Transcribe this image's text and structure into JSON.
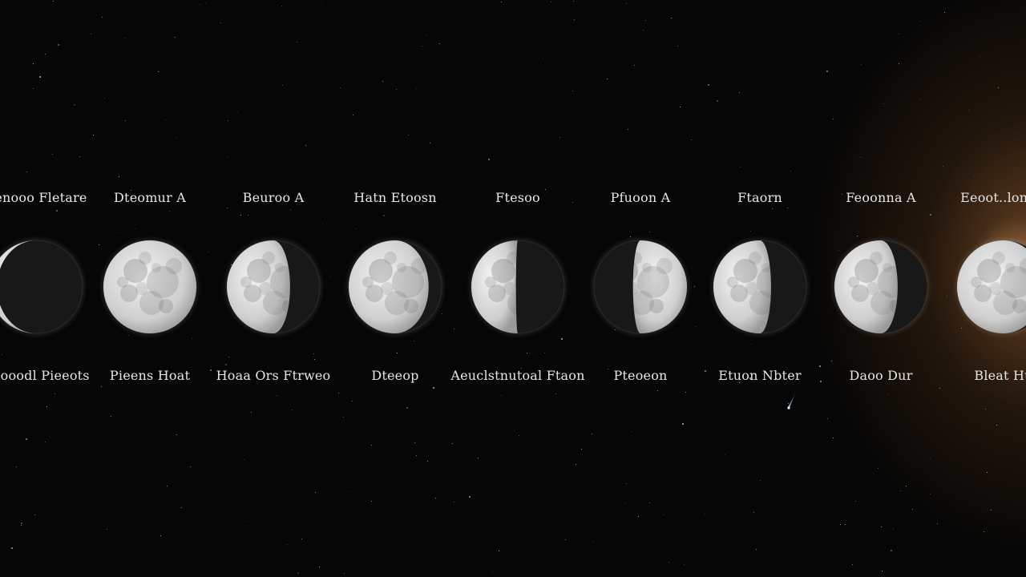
{
  "background": {
    "color": "#060606",
    "glow_color": "#be783c"
  },
  "phases": [
    {
      "top_label": "Eenooo Fletare",
      "bottom_label": "Euooodl Pieeots",
      "illumination": 0.08,
      "lit_side": "left"
    },
    {
      "top_label": "Dteomur A",
      "bottom_label": "Pieens Hoat",
      "illumination": 1.0,
      "lit_side": "full"
    },
    {
      "top_label": "Beuroo A",
      "bottom_label": "Hoaa Ors Ftrweo",
      "illumination": 0.68,
      "lit_side": "left"
    },
    {
      "top_label": "Hatn Etoosn",
      "bottom_label": "Dteeop",
      "illumination": 0.86,
      "lit_side": "left"
    },
    {
      "top_label": "Ftesoo",
      "bottom_label": "Aeuclstnutoal Ftaon",
      "illumination": 0.48,
      "lit_side": "left"
    },
    {
      "top_label": "Pfuoon A",
      "bottom_label": "Pteoeon",
      "illumination": 0.58,
      "lit_side": "right"
    },
    {
      "top_label": "Ftaorn",
      "bottom_label": "Etuon Nbter",
      "illumination": 0.62,
      "lit_side": "left"
    },
    {
      "top_label": "Feoonna A",
      "bottom_label": "Daoo Dur",
      "illumination": 0.68,
      "lit_side": "left"
    },
    {
      "top_label": "Eeoot..lon I I",
      "bottom_label": "Bleat Hu",
      "illumination": 0.93,
      "lit_side": "left"
    }
  ]
}
